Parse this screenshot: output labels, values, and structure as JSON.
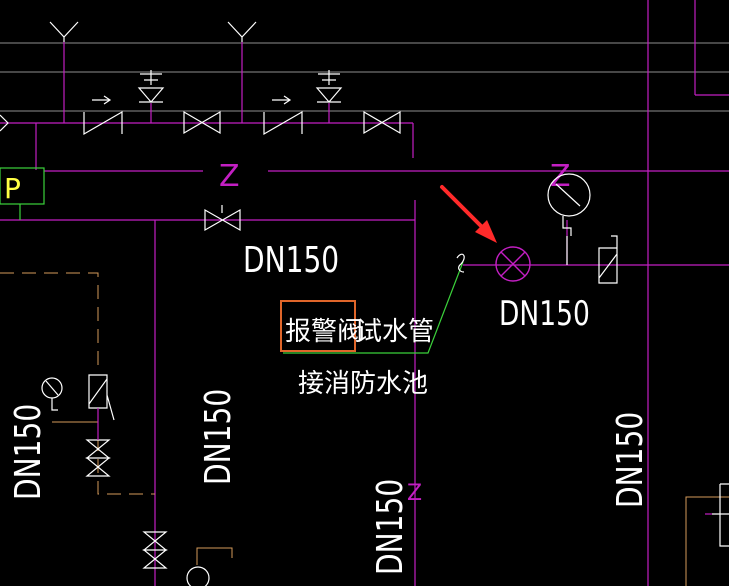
{
  "labels": {
    "dn_left_pipe": "DN150",
    "dn_center_valve": "DN150",
    "dn_vertical_left": "DN150",
    "dn_vertical_mid": "DN150",
    "dn_vertical_low": "DN150",
    "dn_vertical_right": "DN150",
    "alarm_valve_text": "报警阀",
    "test_pipe_text": "试水管",
    "connect_text": "接消防水池",
    "pump_letter": "P",
    "z_mark_top_left": "Z",
    "z_mark_top_right": "Z",
    "z_mark_mid": "Z"
  },
  "colors": {
    "background": "#000000",
    "pipe": "#c31fc3",
    "symbol": "#ffffff",
    "leader": "#3bd13b",
    "highlight_box": "#e0662a",
    "arrow": "#ff2a2a"
  }
}
